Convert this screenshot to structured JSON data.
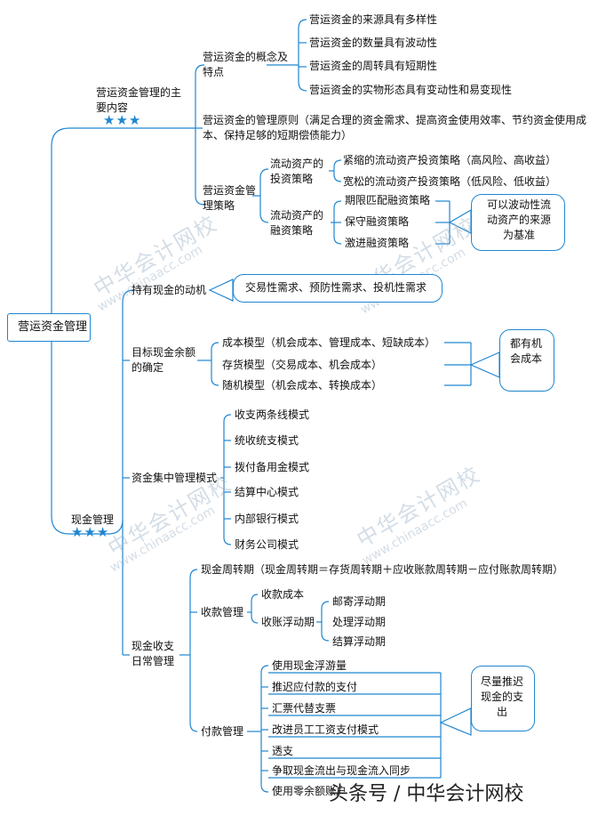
{
  "root": "营运资金管理",
  "wc": {
    "title": "营运资金管理的主要内容",
    "stars": "★★★",
    "concept": "营运资金的概念及特点",
    "features": [
      "营运资金的来源具有多样性",
      "营运资金的数量具有波动性",
      "营运资金的周转具有短期性",
      "营运资金的实物形态具有变动性和易变现性"
    ],
    "principle": "营运资金的管理原则（满足合理的资金需求、提高资金使用效率、节约资金使用成本、保持足够的短期偿债能力）",
    "strategy": "营运资金管理策略",
    "invest": "流动资产的投资策略",
    "invest_items": [
      "紧缩的流动资产投资策略（高风险、高收益）",
      "宽松的流动资产投资策略（低风险、低收益）"
    ],
    "finance": "流动资产的融资策略",
    "finance_items": [
      "期限匹配融资策略",
      "保守融资策略",
      "激进融资策略"
    ],
    "finance_note": "可以波动性流动资产的来源为基准"
  },
  "cash": {
    "title": "现金管理",
    "stars": "★★★",
    "motive": "持有现金的动机",
    "motive_detail": "交易性需求、预防性需求、投机性需求",
    "target": "目标现金余额的确定",
    "models": [
      "成本模型（机会成本、管理成本、短缺成本）",
      "存货模型（交易成本、机会成本）",
      "随机模型（机会成本、转换成本）"
    ],
    "models_note": "都有机会成本",
    "central": "资金集中管理模式",
    "central_items": [
      "收支两条线模式",
      "统收统支模式",
      "拨付备用金模式",
      "结算中心模式",
      "内部银行模式",
      "财务公司模式"
    ],
    "daily": "现金收支日常管理",
    "cycle": "现金周转期（现金周转期＝存货周转期＋应收账款周转期－应付账款周转期）",
    "collect": "收款管理",
    "collect_cost": "收款成本",
    "float": "收账浮动期",
    "float_items": [
      "邮寄浮动期",
      "处理浮动期",
      "结算浮动期"
    ],
    "pay": "付款管理",
    "pay_items": [
      "使用现金浮游量",
      "推迟应付款的支付",
      "汇票代替支票",
      "改进员工工资支付模式",
      "透支",
      "争取现金流出与现金流入同步",
      "使用零余额账户"
    ],
    "pay_note": "尽量推迟现金的支出"
  },
  "watermark": {
    "brand": "中华会计网校",
    "site": "www.chinaacc.com"
  },
  "footer": "头条号 / 中华会计网校",
  "colors": {
    "line": "#1f86d1",
    "stars": "#1f86d1"
  }
}
